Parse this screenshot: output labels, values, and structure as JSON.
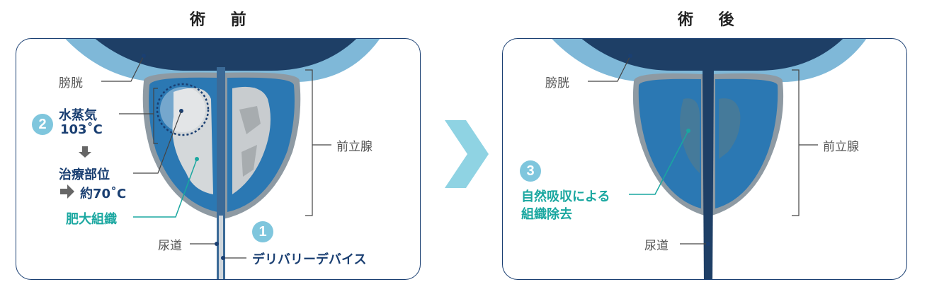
{
  "before": {
    "heading": "術 前",
    "bladder": "膀胱",
    "prostate": "前立腺",
    "urethra": "尿道",
    "steam": "水蒸気",
    "steam_temp": "103˚C",
    "step2_num": "2",
    "treatment_site": "治療部位",
    "treatment_temp": "約70˚C",
    "hypertrophy": "肥大組織",
    "step1_num": "1",
    "device": "デリバリーデバイス"
  },
  "after": {
    "heading": "術 後",
    "bladder": "膀胱",
    "prostate": "前立腺",
    "urethra": "尿道",
    "step3_num": "3",
    "absorb_line1": "自然吸収による",
    "absorb_line2": "組織除去"
  },
  "colors": {
    "navy": "#1a3f72",
    "teal": "#1aa7a0",
    "light_blue": "#7fc6dd",
    "arrow": "#8fd3e3"
  }
}
